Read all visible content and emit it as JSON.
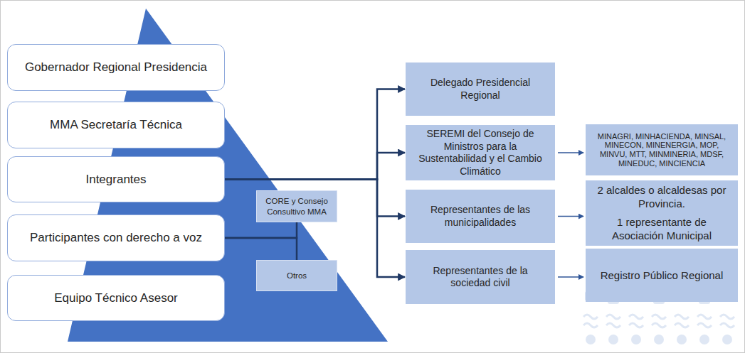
{
  "diagram": {
    "nodes": [
      {
        "text": [
          "Gobernador Regional Presidencia"
        ]
      },
      {
        "text": [
          "MMA Secretaría Técnica"
        ]
      },
      {
        "text": [
          "Integrantes"
        ]
      },
      {
        "text": [
          "Participantes con derecho a voz"
        ]
      },
      {
        "text": [
          "Equipo Técnico Asesor"
        ]
      },
      {
        "text": [
          "CORE y Consejo Consultivo MMA"
        ]
      },
      {
        "text": [
          "Otros"
        ]
      },
      {
        "text": [
          "Delegado Presidencial Regional"
        ]
      },
      {
        "text": [
          "SEREMI del Consejo de Ministros para la Sustentabilidad y el Cambio Climático"
        ]
      },
      {
        "text": [
          "MINAGRI, MINHACIENDA, MINSAL, MINECON, MINENERGIA, MOP, MINVU, MTT, MINMINERIA, MDSF, MINEDUC, MINCIENCIA"
        ]
      },
      {
        "text": [
          "Representantes de las municipalidades"
        ]
      },
      {
        "text": [
          "2 alcaldes o alcaldesas por Provincia.",
          "1 representante de Asociación Municipal"
        ]
      },
      {
        "text": [
          "Representantes de la sociedad civil"
        ]
      },
      {
        "text": [
          "Registro Público Regional"
        ]
      }
    ],
    "edges": [
      {
        "from": 2,
        "to": 7,
        "arrow": "to"
      },
      {
        "from": 2,
        "to": 8,
        "arrow": "to"
      },
      {
        "from": 2,
        "to": 10,
        "arrow": "to"
      },
      {
        "from": 2,
        "to": 12,
        "arrow": "to"
      },
      {
        "from": 3,
        "to": 5,
        "arrow": "none"
      },
      {
        "from": 3,
        "to": 6,
        "arrow": "none"
      },
      {
        "from": 8,
        "to": 9,
        "arrow": "to"
      },
      {
        "from": 10,
        "to": 11,
        "arrow": "to"
      },
      {
        "from": 12,
        "to": 13,
        "arrow": "to"
      }
    ]
  }
}
